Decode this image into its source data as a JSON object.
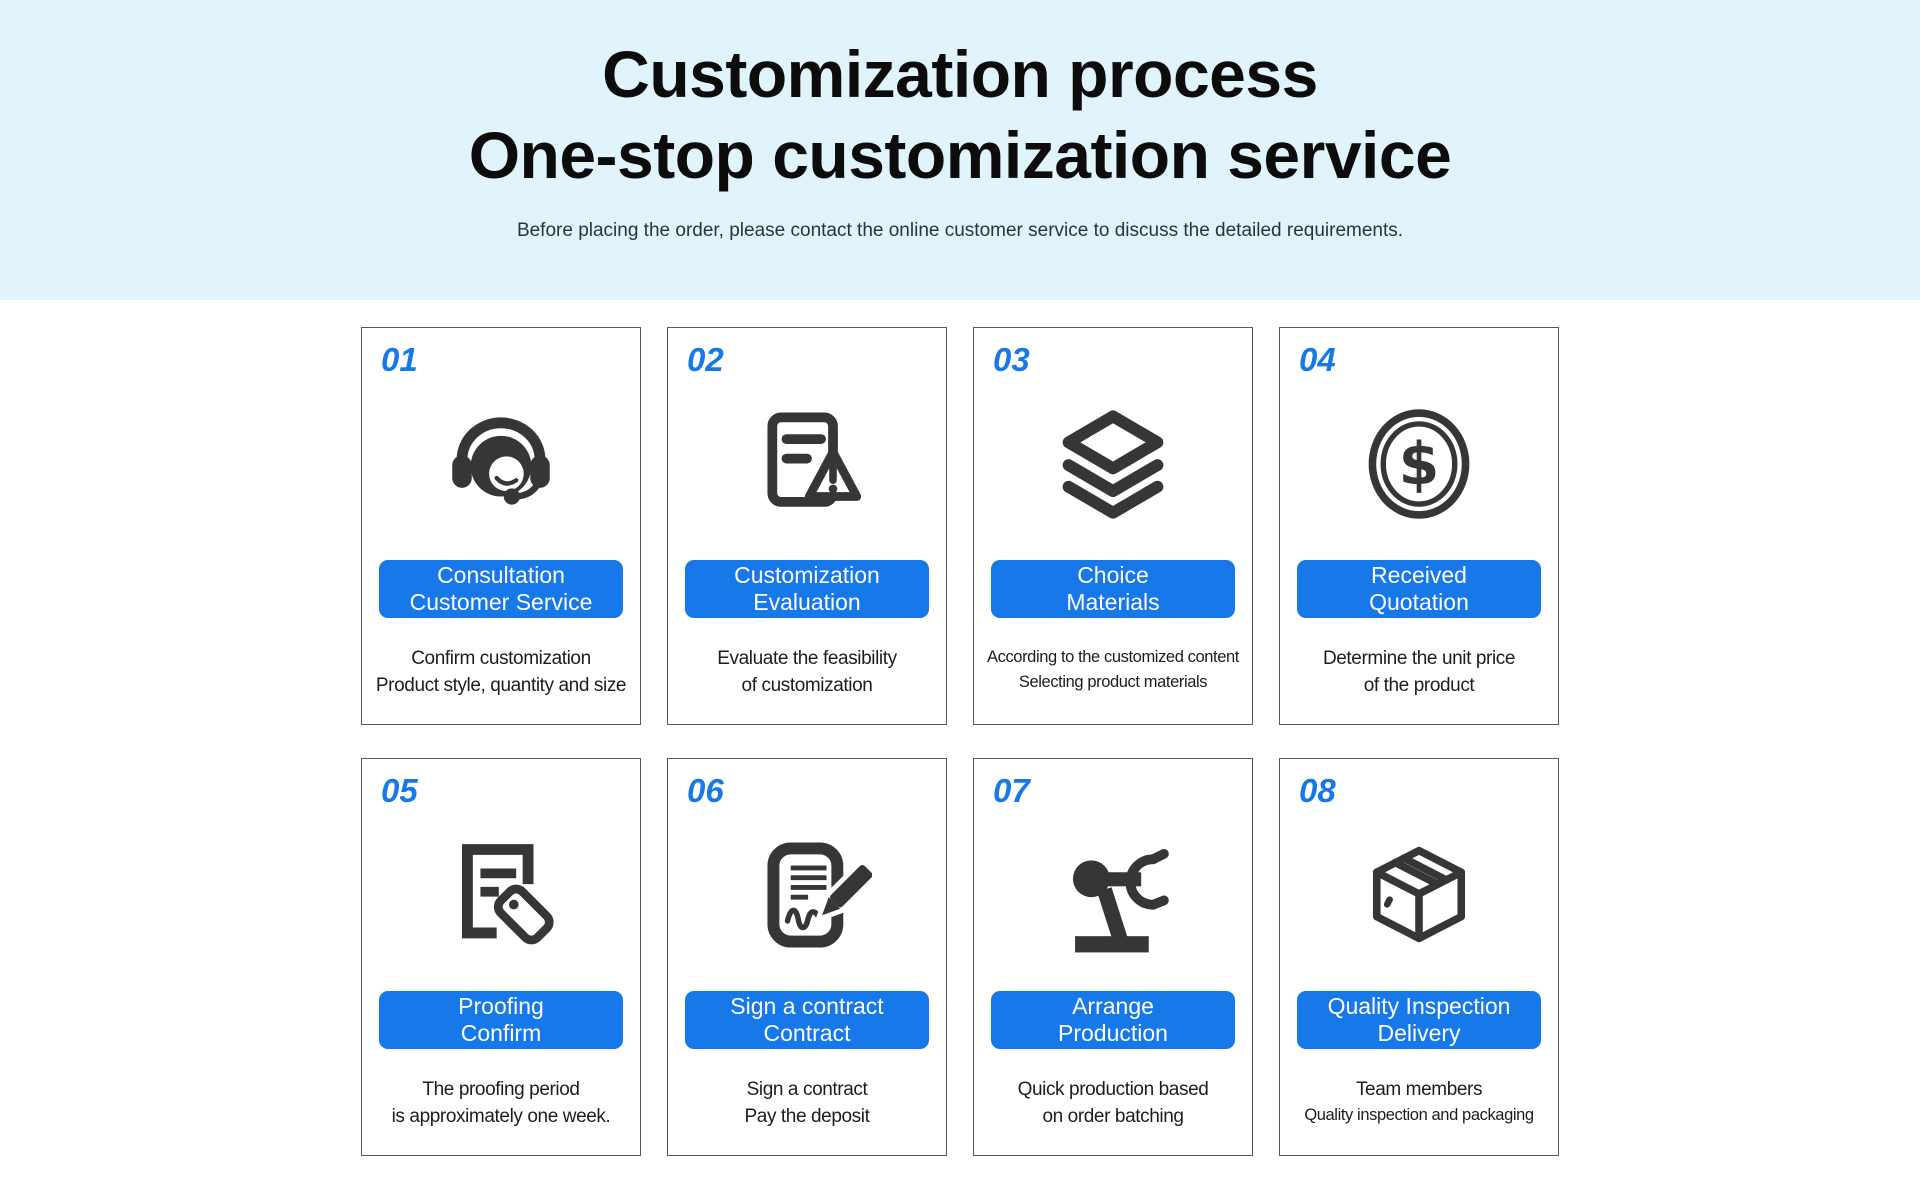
{
  "header": {
    "title_line1": "Customization process",
    "title_line2": "One-stop customization service",
    "subtitle": "Before placing the order, please contact the online customer service to discuss the detailed requirements."
  },
  "colors": {
    "accent": "#1778e9",
    "header_bg": "#e1f4fc",
    "icon": "#363636",
    "card_border": "#58595b",
    "title": "#0c0c0c",
    "text": "#1d1d1f"
  },
  "steps": [
    {
      "number": "01",
      "icon": "customer-service-icon",
      "button_line1": "Consultation",
      "button_line2": "Customer Service",
      "desc_line1": "Confirm customization",
      "desc_line2": "Product style, quantity and size",
      "desc_line1_small": false,
      "desc_line2_small": false
    },
    {
      "number": "02",
      "icon": "document-warning-icon",
      "button_line1": "Customization",
      "button_line2": "Evaluation",
      "desc_line1": "Evaluate the feasibility",
      "desc_line2": "of customization",
      "desc_line1_small": false,
      "desc_line2_small": false
    },
    {
      "number": "03",
      "icon": "layers-icon",
      "button_line1": "Choice",
      "button_line2": "Materials",
      "desc_line1": "According to the customized content",
      "desc_line2": "Selecting product materials",
      "desc_line1_small": true,
      "desc_line2_small": true
    },
    {
      "number": "04",
      "icon": "dollar-coin-icon",
      "button_line1": "Received",
      "button_line2": "Quotation",
      "desc_line1": "Determine the unit price",
      "desc_line2": "of the product",
      "desc_line1_small": false,
      "desc_line2_small": false
    },
    {
      "number": "05",
      "icon": "document-tag-icon",
      "button_line1": "Proofing",
      "button_line2": "Confirm",
      "desc_line1": "The proofing period",
      "desc_line2": "is approximately one week.",
      "desc_line1_small": false,
      "desc_line2_small": false
    },
    {
      "number": "06",
      "icon": "contract-pen-icon",
      "button_line1": "Sign a contract",
      "button_line2": "Contract",
      "desc_line1": "Sign a contract",
      "desc_line2": "Pay the deposit",
      "desc_line1_small": false,
      "desc_line2_small": false
    },
    {
      "number": "07",
      "icon": "robot-arm-icon",
      "button_line1": "Arrange",
      "button_line2": "Production",
      "desc_line1": "Quick production based",
      "desc_line2": "on order batching",
      "desc_line1_small": false,
      "desc_line2_small": false
    },
    {
      "number": "08",
      "icon": "package-box-icon",
      "button_line1": "Quality Inspection",
      "button_line2": "Delivery",
      "desc_line1": "Team members",
      "desc_line2": "Quality inspection and packaging",
      "desc_line1_small": false,
      "desc_line2_small": true
    }
  ]
}
